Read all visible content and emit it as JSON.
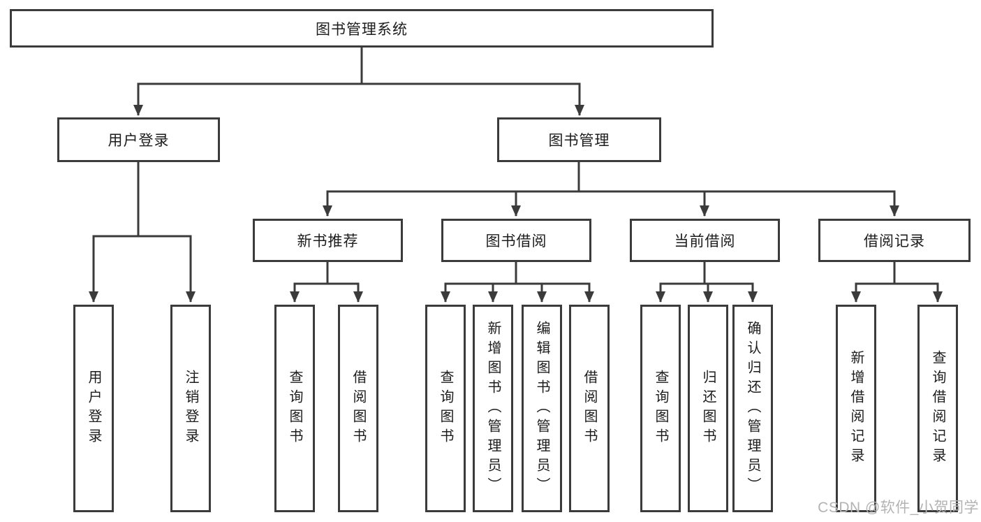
{
  "tree": {
    "label": "图书管理系统",
    "children": [
      {
        "label": "用户登录",
        "children": [
          {
            "label": "用户登录"
          },
          {
            "label": "注销登录"
          }
        ]
      },
      {
        "label": "图书管理",
        "children": [
          {
            "label": "新书推荐",
            "children": [
              {
                "label": "查询图书"
              },
              {
                "label": "借阅图书"
              }
            ]
          },
          {
            "label": "图书借阅",
            "children": [
              {
                "label": "查询图书"
              },
              {
                "label": "新增图书（管理员）"
              },
              {
                "label": "编辑图书（管理员）"
              },
              {
                "label": "借阅图书"
              }
            ]
          },
          {
            "label": "当前借阅",
            "children": [
              {
                "label": "查询图书"
              },
              {
                "label": "归还图书"
              },
              {
                "label": "确认归还（管理员）"
              }
            ]
          },
          {
            "label": "借阅记录",
            "children": [
              {
                "label": "新增借阅记录"
              },
              {
                "label": "查询借阅记录"
              }
            ]
          }
        ]
      }
    ]
  },
  "watermark": "CSDN @软件_小贺同学",
  "colors": {
    "line": "#3b3b3b",
    "text": "#1c1c1c",
    "watermark": "#b3b3b3",
    "bg": "#ffffff"
  }
}
